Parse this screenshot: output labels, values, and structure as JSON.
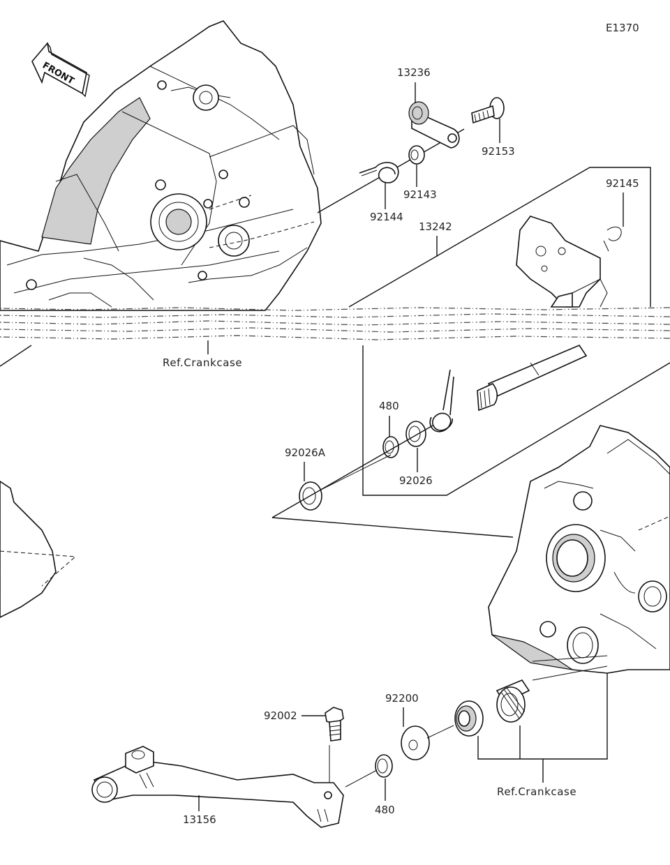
{
  "diagram_code": "E1370",
  "front_arrow_label": "FRONT",
  "ref_crankcase_label": "Ref.Crankcase",
  "parts": {
    "p13236": "13236",
    "p92153": "92153",
    "p92143": "92143",
    "p92144": "92144",
    "p13242": "13242",
    "p92145": "92145",
    "p480": "480",
    "p92026A": "92026A",
    "p92026": "92026",
    "p92200": "92200",
    "p92002": "92002",
    "p13156": "13156"
  }
}
